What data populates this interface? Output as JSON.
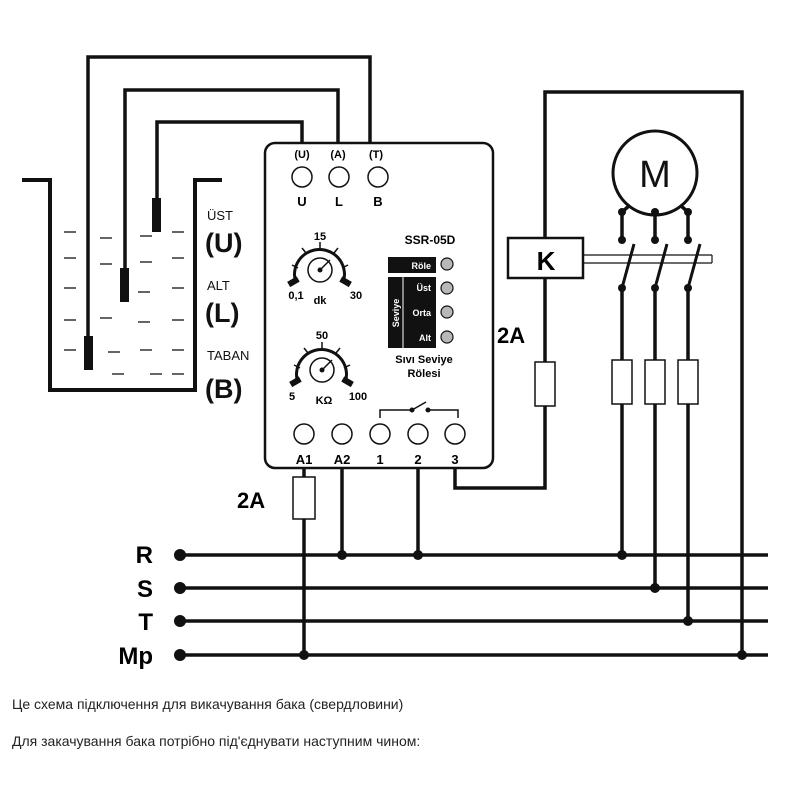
{
  "tank": {
    "label_ust": "ÜST",
    "mark_u": "(U)",
    "label_alt": "ALT",
    "mark_l": "(L)",
    "label_taban": "TABAN",
    "mark_b": "(B)"
  },
  "device": {
    "model": "SSR-05D",
    "terminal_top_marks": [
      "(U)",
      "(A)",
      "(T)"
    ],
    "terminal_top_labels": [
      "U",
      "L",
      "B"
    ],
    "knob_time": {
      "top": "15",
      "left": "0,1",
      "right": "30",
      "unit": "dk"
    },
    "knob_sens": {
      "top": "50",
      "left": "5",
      "right": "100",
      "unit": "KΩ"
    },
    "vertical_label": "Seviye",
    "leds": [
      "Röle",
      "Üst",
      "Orta",
      "Alt"
    ],
    "title_line1": "Sıvı Seviye",
    "title_line2": "Rölesi",
    "bottom_terminals": [
      "A1",
      "A2",
      "1",
      "2",
      "3"
    ]
  },
  "contactor_label": "K",
  "motor_label": "M",
  "fuse_control": "2A",
  "fuse_supply": "2A",
  "lines": [
    "R",
    "S",
    "T",
    "Mp"
  ],
  "colors": {
    "line": "#111111",
    "led": "#b8b8b8"
  },
  "captions": [
    "Це схема підключення для викачування бака (свердловини)",
    "Для закачування бака потрібно під'єднувати наступним чином:"
  ]
}
